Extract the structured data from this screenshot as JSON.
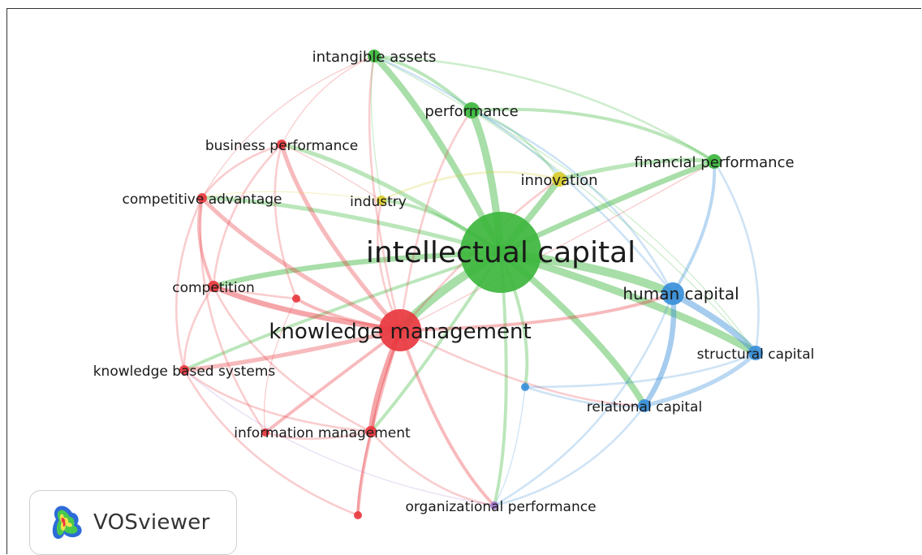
{
  "logo": {
    "text": "VOSviewer"
  },
  "clusters": {
    "red": "#e8383f",
    "green": "#3db63d",
    "blue": "#3a8fd9",
    "yellow": "#d9cc2a",
    "purple": "#a77ad6"
  },
  "nodes": [
    {
      "id": "ic",
      "label": "intellectual capital",
      "cluster": "green",
      "weight": 10
    },
    {
      "id": "km",
      "label": "knowledge management",
      "cluster": "red",
      "weight": 7
    },
    {
      "id": "hc",
      "label": "human capital",
      "cluster": "blue",
      "weight": 5
    },
    {
      "id": "ia",
      "label": "intangible assets",
      "cluster": "green",
      "weight": 3
    },
    {
      "id": "perf",
      "label": "performance",
      "cluster": "green",
      "weight": 3
    },
    {
      "id": "fp",
      "label": "financial performance",
      "cluster": "green",
      "weight": 3
    },
    {
      "id": "bp",
      "label": "business performance",
      "cluster": "red",
      "weight": 2
    },
    {
      "id": "ca",
      "label": "competitive advantage",
      "cluster": "red",
      "weight": 2
    },
    {
      "id": "ind",
      "label": "industry",
      "cluster": "yellow",
      "weight": 2
    },
    {
      "id": "inn",
      "label": "innovation",
      "cluster": "yellow",
      "weight": 3
    },
    {
      "id": "comp",
      "label": "competition",
      "cluster": "red",
      "weight": 2
    },
    {
      "id": "kbs",
      "label": "knowledge based systems",
      "cluster": "red",
      "weight": 2
    },
    {
      "id": "sc",
      "label": "structural capital",
      "cluster": "blue",
      "weight": 3
    },
    {
      "id": "rc",
      "label": "relational capital",
      "cluster": "blue",
      "weight": 3
    },
    {
      "id": "im",
      "label": "information management",
      "cluster": "red",
      "weight": 2
    },
    {
      "id": "op",
      "label": "organizational performance",
      "cluster": "purple",
      "weight": 2
    },
    {
      "id": "r1",
      "label": "",
      "cluster": "red",
      "weight": 1
    },
    {
      "id": "r2",
      "label": "",
      "cluster": "red",
      "weight": 1
    },
    {
      "id": "r3",
      "label": "",
      "cluster": "red",
      "weight": 1
    },
    {
      "id": "b1",
      "label": "",
      "cluster": "blue",
      "weight": 1
    }
  ],
  "links": [
    [
      "ic",
      "km",
      8
    ],
    [
      "ic",
      "hc",
      8
    ],
    [
      "ic",
      "ia",
      6
    ],
    [
      "ic",
      "perf",
      7
    ],
    [
      "ic",
      "fp",
      5
    ],
    [
      "ic",
      "inn",
      6
    ],
    [
      "ic",
      "sc",
      7
    ],
    [
      "ic",
      "rc",
      6
    ],
    [
      "ic",
      "ind",
      3
    ],
    [
      "ic",
      "bp",
      4
    ],
    [
      "ic",
      "ca",
      4
    ],
    [
      "ic",
      "comp",
      5
    ],
    [
      "ic",
      "im",
      3
    ],
    [
      "ic",
      "op",
      3
    ],
    [
      "ic",
      "kbs",
      3
    ],
    [
      "ic",
      "b1",
      3
    ],
    [
      "km",
      "bp",
      4
    ],
    [
      "km",
      "ca",
      4
    ],
    [
      "km",
      "comp",
      5
    ],
    [
      "km",
      "kbs",
      4
    ],
    [
      "km",
      "im",
      5
    ],
    [
      "km",
      "r1",
      3
    ],
    [
      "km",
      "r2",
      3
    ],
    [
      "km",
      "r3",
      3
    ],
    [
      "km",
      "op",
      3
    ],
    [
      "km",
      "hc",
      3
    ],
    [
      "km",
      "ia",
      2
    ],
    [
      "km",
      "perf",
      2
    ],
    [
      "km",
      "inn",
      2
    ],
    [
      "km",
      "ind",
      2
    ],
    [
      "km",
      "rc",
      2
    ],
    [
      "km",
      "fp",
      1
    ],
    [
      "hc",
      "sc",
      6
    ],
    [
      "hc",
      "rc",
      5
    ],
    [
      "hc",
      "fp",
      3
    ],
    [
      "hc",
      "perf",
      2
    ],
    [
      "hc",
      "op",
      2
    ],
    [
      "hc",
      "ia",
      2
    ],
    [
      "sc",
      "rc",
      4
    ],
    [
      "sc",
      "fp",
      2
    ],
    [
      "sc",
      "b1",
      2
    ],
    [
      "ia",
      "perf",
      3
    ],
    [
      "ia",
      "fp",
      2
    ],
    [
      "ia",
      "ind",
      1
    ],
    [
      "perf",
      "fp",
      3
    ],
    [
      "perf",
      "inn",
      2
    ],
    [
      "fp",
      "inn",
      4
    ],
    [
      "inn",
      "ind",
      2
    ],
    [
      "bp",
      "ca",
      2
    ],
    [
      "bp",
      "comp",
      2
    ],
    [
      "ca",
      "comp",
      3
    ],
    [
      "ca",
      "kbs",
      2
    ],
    [
      "comp",
      "kbs",
      2
    ],
    [
      "kbs",
      "im",
      2
    ],
    [
      "im",
      "r3",
      2
    ],
    [
      "comp",
      "r1",
      2
    ],
    [
      "bp",
      "r1",
      2
    ],
    [
      "im",
      "op",
      2
    ],
    [
      "rc",
      "op",
      2
    ],
    [
      "rc",
      "b1",
      2
    ],
    [
      "b1",
      "op",
      1
    ],
    [
      "r2",
      "im",
      2
    ],
    [
      "ca",
      "r2",
      2
    ],
    [
      "kbs",
      "r3",
      2
    ],
    [
      "bp",
      "ia",
      1
    ],
    [
      "ca",
      "ia",
      1
    ],
    [
      "bp",
      "ind",
      1
    ],
    [
      "comp",
      "im",
      2
    ],
    [
      "r1",
      "r2",
      1
    ],
    [
      "ind",
      "ca",
      1
    ],
    [
      "op",
      "kbs",
      1
    ],
    [
      "ia",
      "sc",
      1
    ],
    [
      "perf",
      "sc",
      1
    ]
  ]
}
